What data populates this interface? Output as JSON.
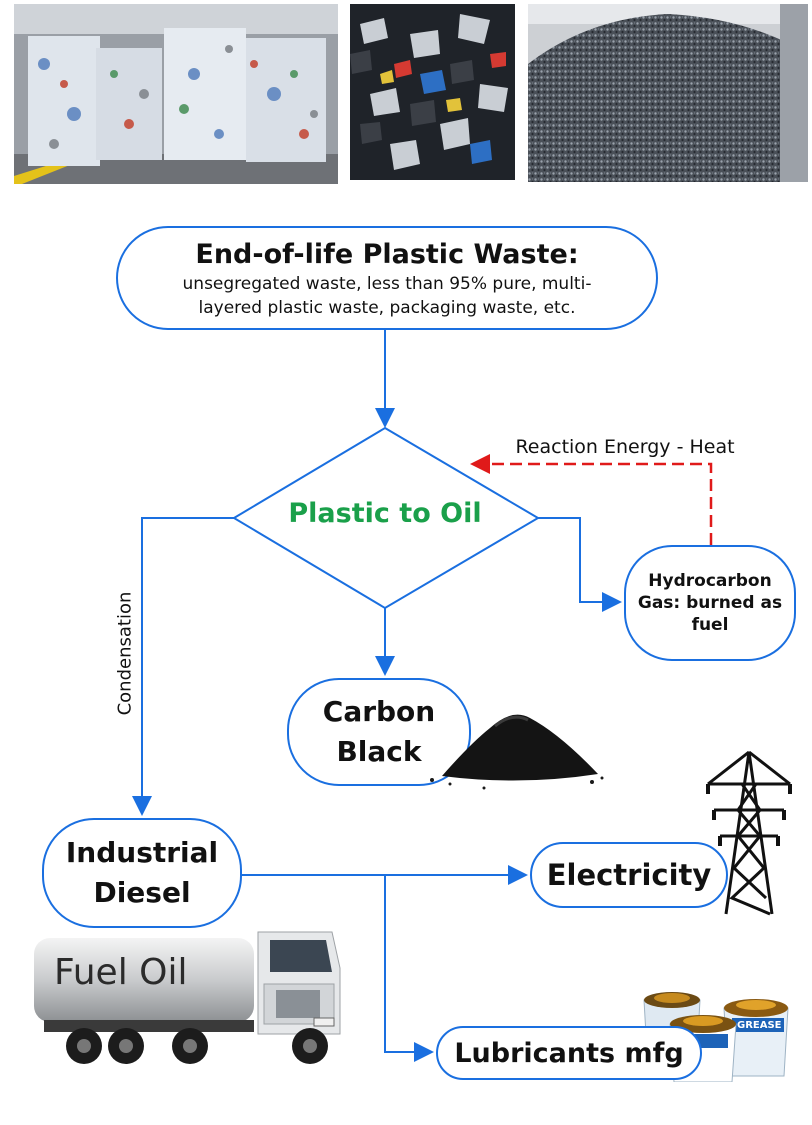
{
  "source_node": {
    "title": "End-of-life Plastic Waste",
    "title_suffix": ":",
    "desc_line1": "unsegregated waste, less than 95% pure, multi-",
    "desc_line2": "layered  plastic waste, packaging waste, etc."
  },
  "process_node": {
    "label": "Plastic to Oil",
    "color": "#1aa04a"
  },
  "gas_node": {
    "line1": "Hydrocarbon",
    "line2": "Gas: burned as",
    "line3": "fuel"
  },
  "carbon_node": {
    "line1": "Carbon",
    "line2": "Black"
  },
  "diesel_node": {
    "line1": "Industrial",
    "line2": "Diesel"
  },
  "electricity_node": {
    "label": "Electricity"
  },
  "lubricants_node": {
    "label": "Lubricants mfg"
  },
  "edge_labels": {
    "heat_feedback": "Reaction Energy - Heat",
    "condensation": "Condensation"
  },
  "truck": {
    "tank_text": "Fuel Oil"
  },
  "grease": {
    "label": "GREASE"
  },
  "colors": {
    "flow": "#1a6fe0",
    "feedback": "#e01a1a",
    "node_border": "#1a6fe0"
  },
  "icons": [
    "plastic-bales-photo",
    "plastic-flakes-photo",
    "plastic-granules-photo",
    "carbon-powder-icon",
    "pylon-icon",
    "tanker-truck-icon",
    "grease-tubs-icon"
  ]
}
